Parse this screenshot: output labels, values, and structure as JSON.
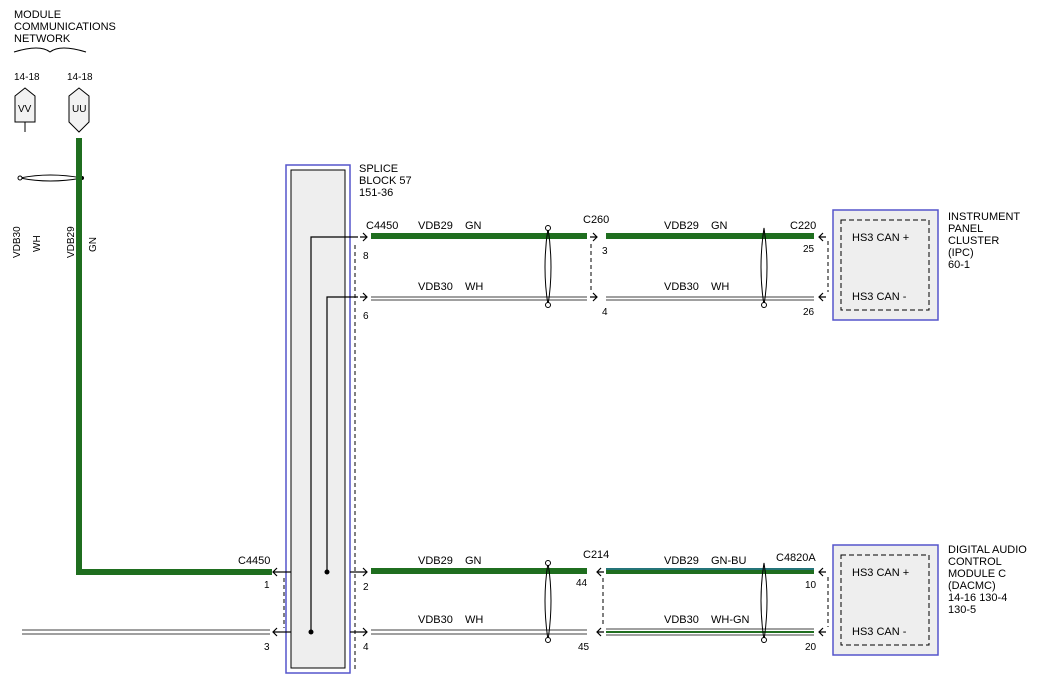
{
  "network": {
    "label_lines": [
      "MODULE",
      "COMMUNICATIONS",
      "NETWORK"
    ],
    "ref_vv": "14-18",
    "ref_uu": "14-18",
    "conn_vv": "VV",
    "conn_uu": "UU",
    "wire_vdb30": "VDB30",
    "color_wh": "WH",
    "wire_vdb29": "VDB29",
    "color_gn": "GN"
  },
  "splice": {
    "label_lines": [
      "SPLICE",
      "BLOCK 57",
      "151-36"
    ]
  },
  "ipc": {
    "label_lines": [
      "INSTRUMENT",
      "PANEL",
      "CLUSTER",
      "(IPC)",
      "60-1"
    ],
    "pin_plus": "HS3 CAN +",
    "pin_minus": "HS3 CAN -"
  },
  "dacmc": {
    "label_lines": [
      "DIGITAL AUDIO",
      "CONTROL",
      "MODULE C",
      "(DACMC)",
      "14-16  130-4",
      "130-5"
    ],
    "pin_plus": "HS3 CAN +",
    "pin_minus": "HS3 CAN -"
  },
  "upper": {
    "splice_connector": "C4450",
    "pin_8": "8",
    "pin_6": "6",
    "inline_connector": "C260",
    "pin_3": "3",
    "pin_4": "4",
    "ipc_connector": "C220",
    "pin_25": "25",
    "pin_26": "26",
    "w1_name": "VDB29",
    "w1_color": "GN",
    "w2_name": "VDB30",
    "w2_color": "WH",
    "w3_name": "VDB29",
    "w3_color": "GN",
    "w4_name": "VDB30",
    "w4_color": "WH"
  },
  "lower": {
    "left_connector": "C4450",
    "pin_1": "1",
    "pin_3": "3",
    "pin_2": "2",
    "pin_4": "4",
    "inline_connector": "C214",
    "pin_44": "44",
    "pin_45": "45",
    "dacmc_connector": "C4820A",
    "pin_10": "10",
    "pin_20": "20",
    "w1_name": "VDB29",
    "w1_color": "GN",
    "w2_name": "VDB30",
    "w2_color": "WH",
    "w3_name": "VDB29",
    "w3_color": "GN-BU",
    "w4_name": "VDB30",
    "w4_color": "WH-GN"
  },
  "colors": {
    "gn_wire": "#1f6e1f",
    "module_fill": "#eeeeee",
    "module_border": "#5555cc"
  }
}
